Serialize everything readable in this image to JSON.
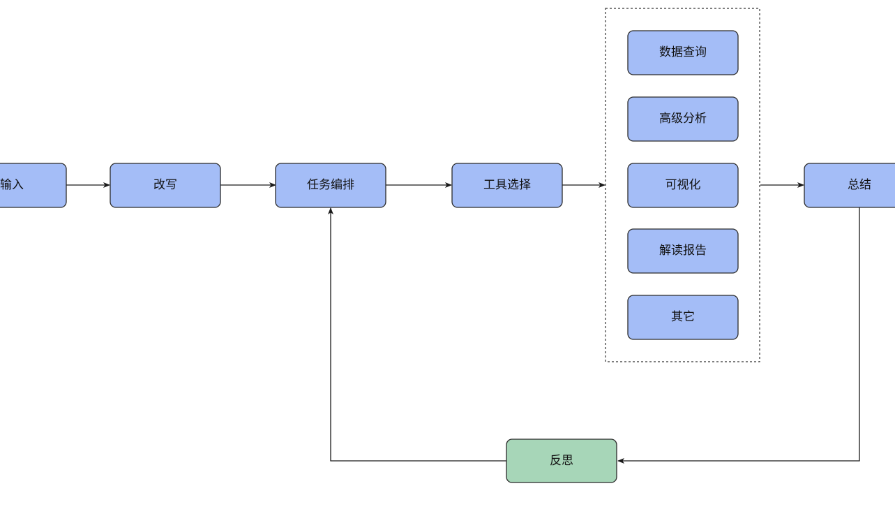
{
  "colors": {
    "node_fill": "#a4bdf7",
    "reflect_fill": "#a7d6b8",
    "stroke": "#2b2b2b",
    "text": "#111111",
    "edge": "#1a1a1a"
  },
  "nodes": {
    "input": "输入",
    "rewrite": "改写",
    "orchestration": "任务编排",
    "tool_selection": "工具选择",
    "tools": {
      "data_query": "数据查询",
      "advanced_analysis": "高级分析",
      "visualization": "可视化",
      "report_interpretation": "解读报告",
      "other": "其它"
    },
    "summary": "总结",
    "reflection": "反思"
  }
}
